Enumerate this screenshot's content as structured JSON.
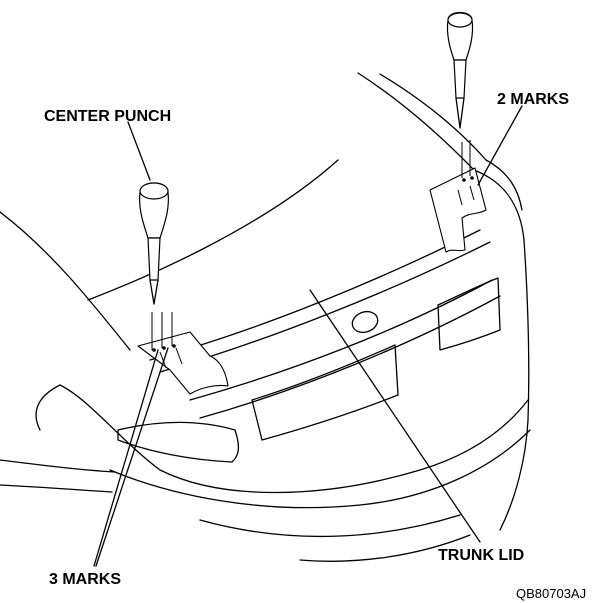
{
  "labels": {
    "center_punch": "CENTER PUNCH",
    "two_marks": "2 MARKS",
    "three_marks": "3 MARKS",
    "trunk_lid": "TRUNK LID"
  },
  "figure_code": "QB80703AJ"
}
